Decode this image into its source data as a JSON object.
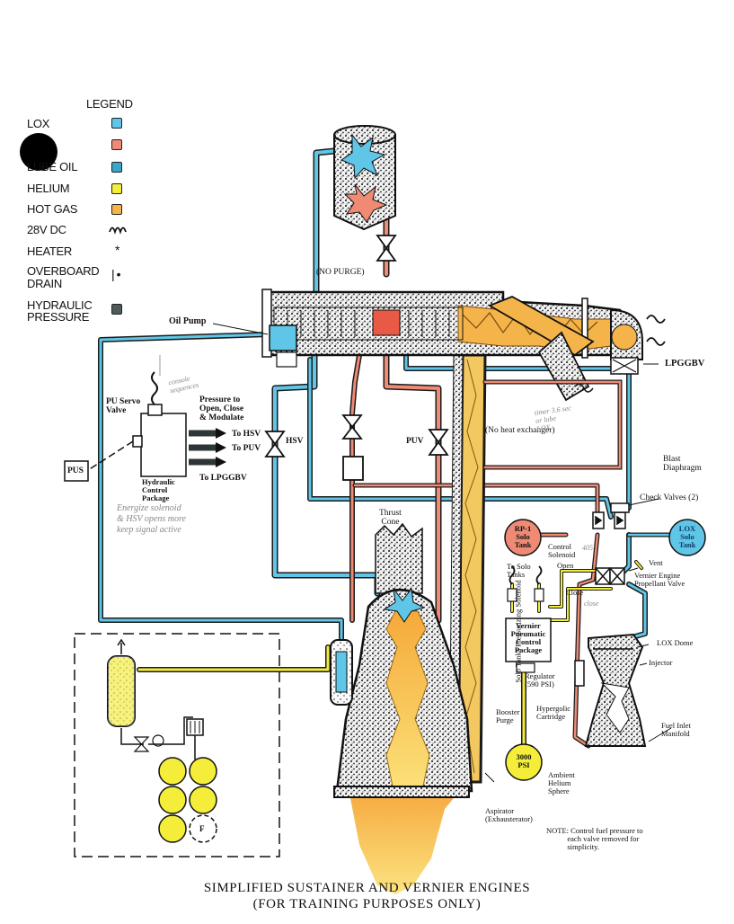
{
  "legend": {
    "title": "LEGEND",
    "items": [
      {
        "key": "lox",
        "label": "LOX",
        "color": "#5fc6e8"
      },
      {
        "key": "rp1",
        "label": "",
        "color": "#ef8a74"
      },
      {
        "key": "lube_oil",
        "label": "LUBE OIL",
        "color": "#3aa6c9"
      },
      {
        "key": "helium",
        "label": "HELIUM",
        "color": "#f4ee3a"
      },
      {
        "key": "hot_gas",
        "label": "HOT GAS",
        "color": "#f4b44a"
      },
      {
        "key": "dc28",
        "label": "28V DC",
        "symbol": "coil"
      },
      {
        "key": "heater",
        "label": "HEATER",
        "symbol": "*"
      },
      {
        "key": "drain",
        "label": "OVERBOARD\nDRAIN",
        "symbol": "|•"
      },
      {
        "key": "hydraulic",
        "label": "HYDRAULIC\nPRESSURE",
        "color": "#4f5a5a"
      }
    ]
  },
  "labels": {
    "no_purge": "(NO PURGE)",
    "oil_pump": "Oil Pump",
    "lpggbv": "LPGGBV",
    "pu_servo_valve": "PU Servo\nValve",
    "pressure_to": "Pressure to\nOpen, Close\n& Modulate",
    "to_hsv": "To HSV",
    "to_puv": "To PUV",
    "to_lpggbv": "To LPGGBV",
    "hydraulic_control_package": "Hydraulic\nControl\nPackage",
    "pus": "PUS",
    "hsv": "HSV",
    "puv": "PUV",
    "no_heat_exchanger": "(No heat exchanger)",
    "blast_diaphragm": "Blast\nDiaphragm",
    "check_valves": "Check Valves (2)",
    "thrust_cone": "Thrust\nCone",
    "rp1_solo_tank": "RP-1\nSolo\nTank",
    "lox_solo_tank": "LOX\nSolo\nTank",
    "control_solenoid": "Control\nSolenoid",
    "open": "Open",
    "close": "Close",
    "to_solo_tanks": "To Solo\nTanks",
    "vent": "Vent",
    "vernier_engine_propellant_valve": "Vernier Engine\nPropellant Valve",
    "solo_tanks_pressurizing_solenoid": "Solo Tanks Pressurizing Solenoid",
    "vernier_pneumatic_control_package": "Vernier\nPneumatic\nControl\nPackage",
    "regulator": "Regulator\n(590 PSI)",
    "booster_purge": "Booster\nPurge",
    "hypergolic_cartridge": "Hypergolic\nCartridge",
    "lox_dome": "LOX Dome",
    "injector": "Injector",
    "fuel_inlet_manifold": "Fuel Inlet\nManifold",
    "psi_3000": "3000\nPSI",
    "ambient_helium_sphere": "Ambient\nHelium\nSphere",
    "aspirator": "Aspirator\n(Exhausterator)",
    "note": "NOTE: Control fuel pressure to\n           each valve removed for\n           simplicity.",
    "helium_bottle_f": "F"
  },
  "handwritten": {
    "console_note": "console\nsequences",
    "timer_note": "timer 3.6 sec\nor lube\nLOX",
    "reg_note": "405",
    "valve_note": "Energize solenoid\n& HSV opens more\nkeep signal active",
    "close_note": "close"
  },
  "caption": {
    "line1": "SIMPLIFIED SUSTAINER AND VERNIER ENGINES",
    "line2": "(FOR TRAINING PURPOSES ONLY)"
  }
}
